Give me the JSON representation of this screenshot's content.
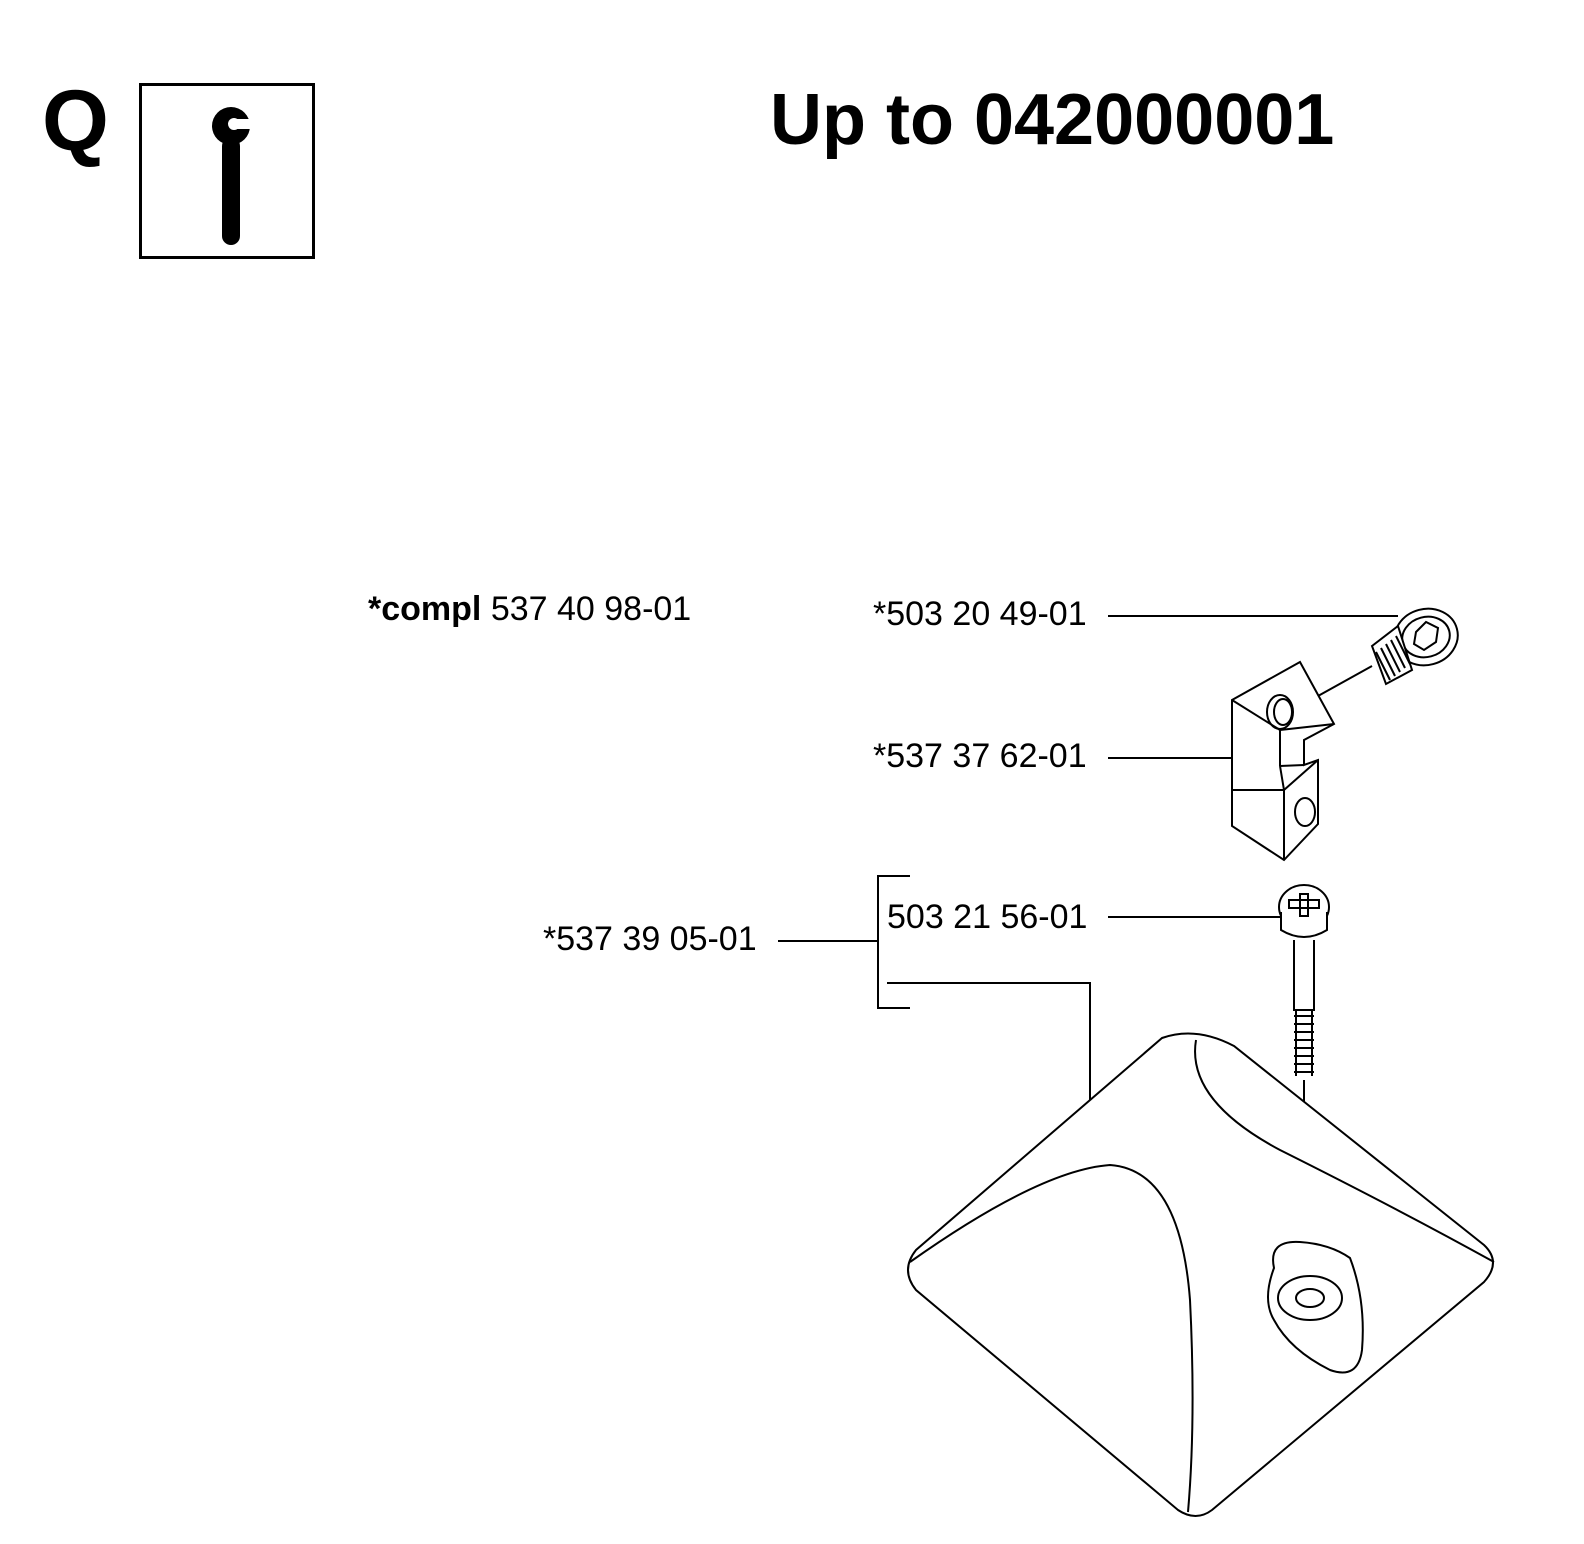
{
  "header": {
    "section_letter": "Q",
    "icon": "wrench-service-icon",
    "title": "Up to 042000001"
  },
  "labels": {
    "compl_prefix": "*compl",
    "compl_number": "537 40 98-01",
    "part_screw_top": "*503 20 49-01",
    "part_block": "*537 37 62-01",
    "part_kit": "*537 39 05-01",
    "part_screw_long": "503 21 56-01"
  }
}
